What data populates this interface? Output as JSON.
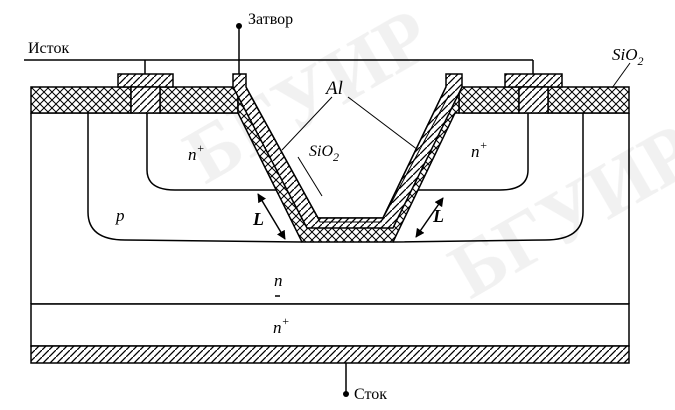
{
  "labels": {
    "gate": "Затвор",
    "source": "Исток",
    "drain": "Сток",
    "oxide_right": "SiO",
    "oxide_right_sub": "2",
    "oxide_center": "SiO",
    "oxide_center_sub": "2",
    "metal": "Al",
    "n_plus_left": "n",
    "n_plus_right": "n",
    "n_plus_bottom": "n",
    "plus_sign": "+",
    "p_region": "p",
    "n_region": "n",
    "channel_left": "L",
    "channel_right": "L"
  },
  "watermark": "БГУИР"
}
